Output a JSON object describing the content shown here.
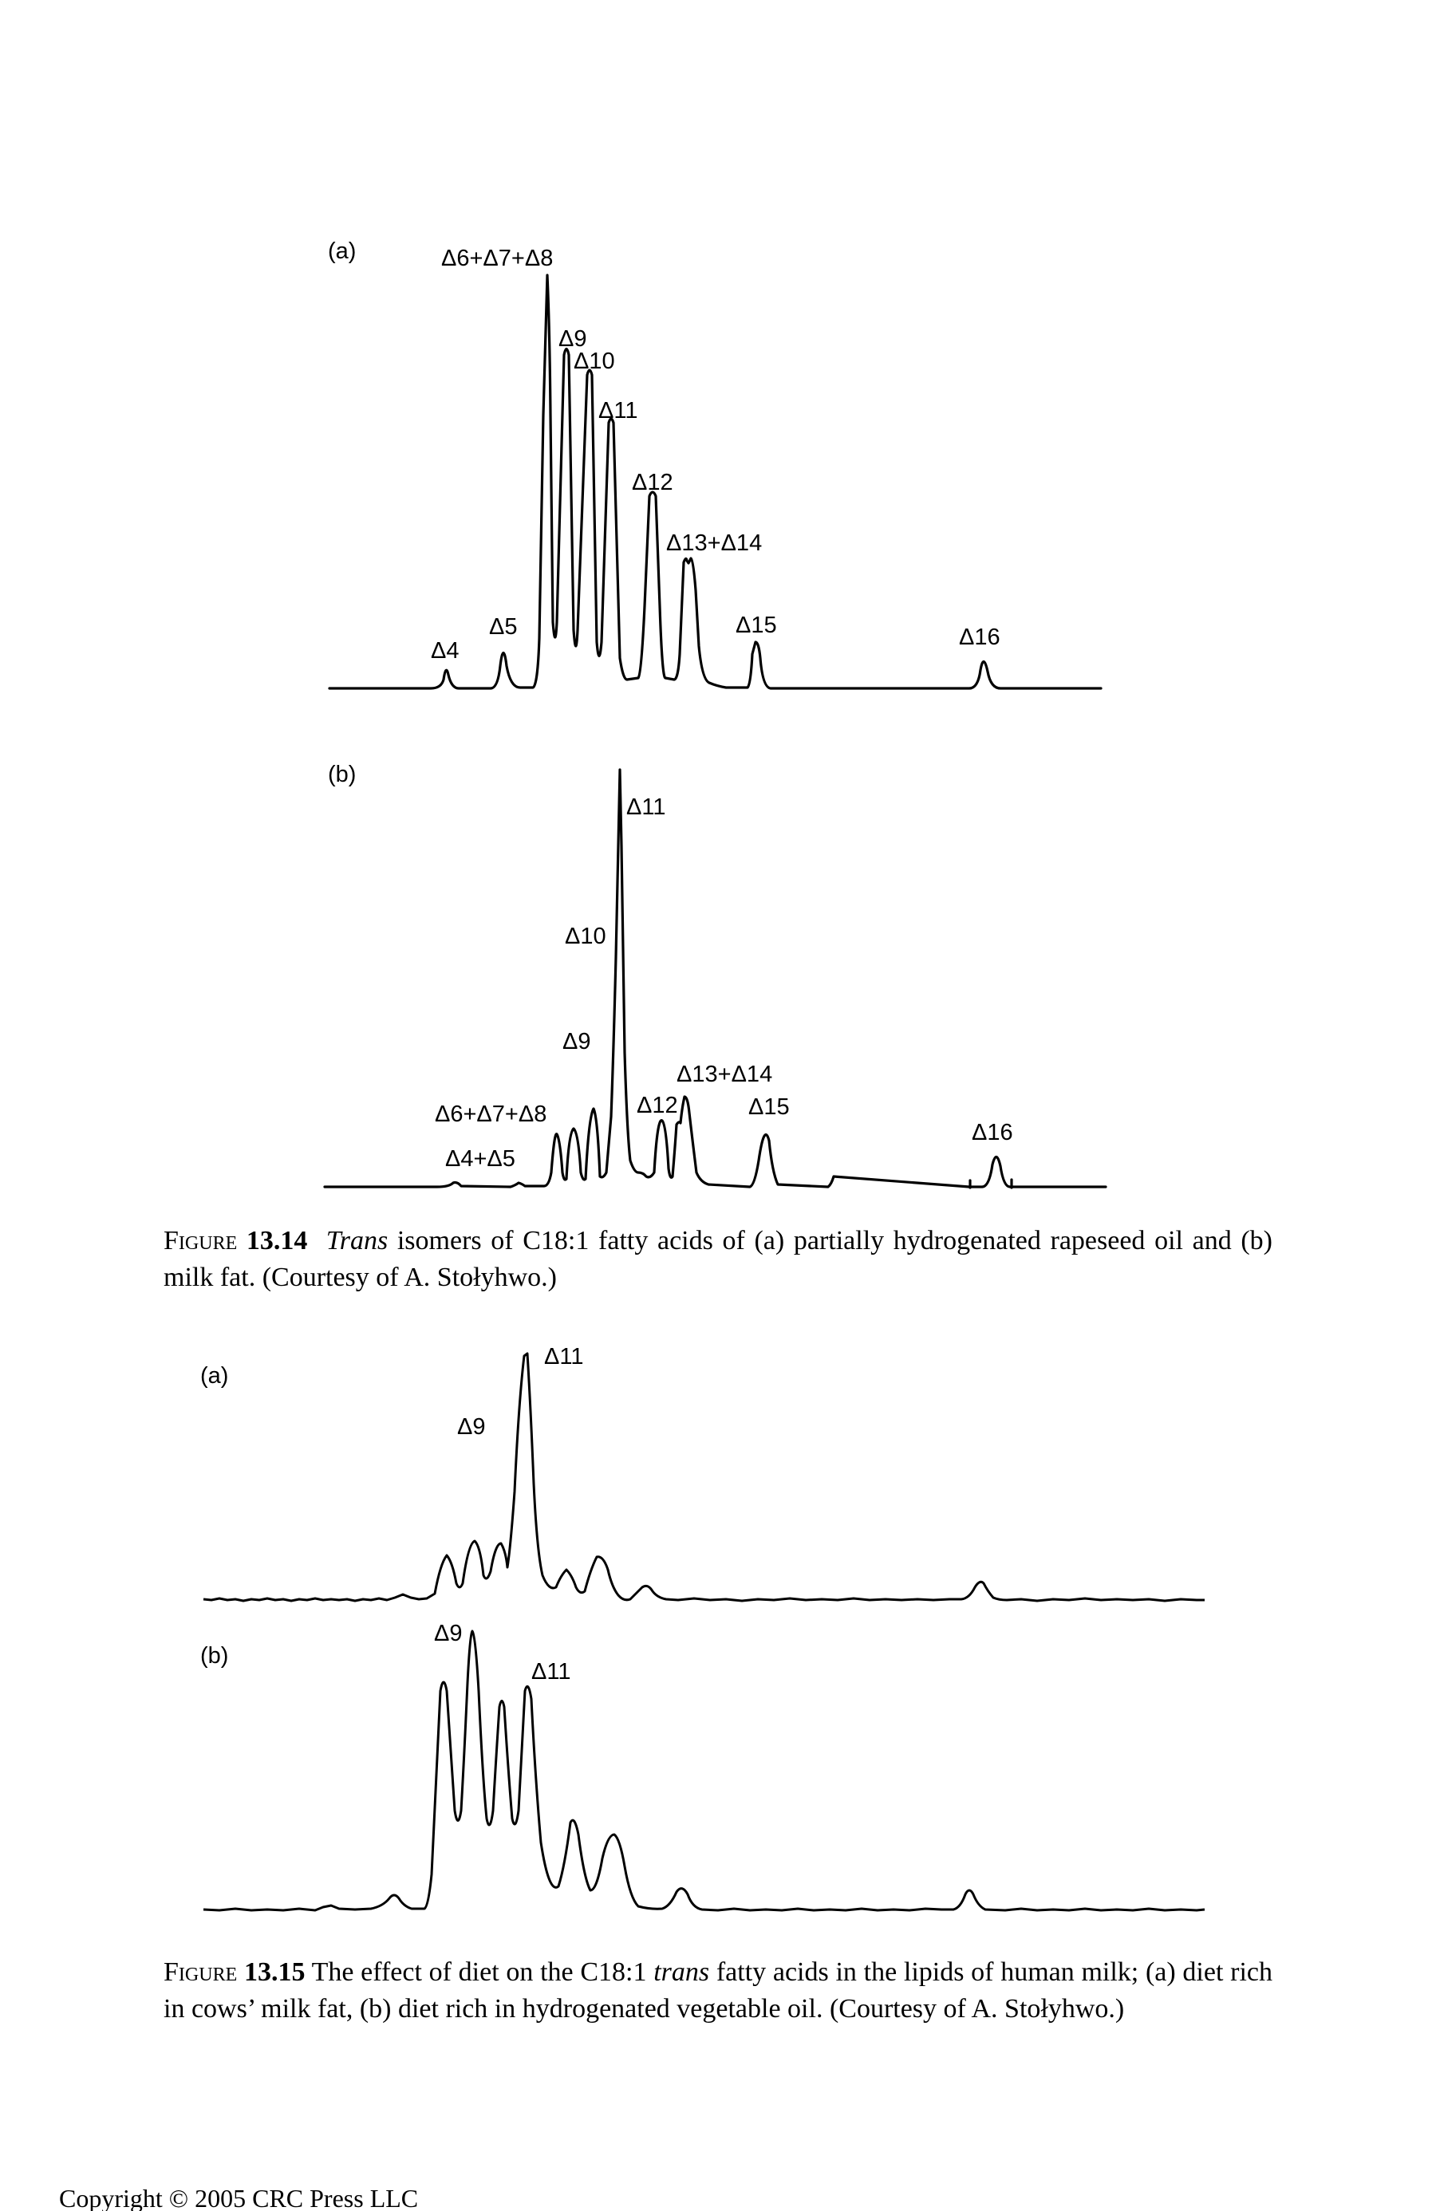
{
  "figure_13_14": {
    "panel_a": {
      "label": "(a)",
      "peaks": [
        "Δ4",
        "Δ5",
        "Δ6+Δ7+Δ8",
        "Δ9",
        "Δ10",
        "Δ11",
        "Δ12",
        "Δ13+Δ14",
        "Δ15",
        "Δ16"
      ]
    },
    "panel_b": {
      "label": "(b)",
      "peaks": [
        "Δ4+Δ5",
        "Δ6+Δ7+Δ8",
        "Δ9",
        "Δ10",
        "Δ11",
        "Δ12",
        "Δ13+Δ14",
        "Δ15",
        "Δ16"
      ]
    },
    "caption": {
      "head": "Figure",
      "number": "13.14",
      "italic": "Trans",
      "text": " isomers of C18:1 fatty acids of (a) partially hydrogenated rapeseed oil and (b) milk fat. (Courtesy of A. Stołyhwo.)"
    }
  },
  "figure_13_15": {
    "panel_a": {
      "label": "(a)",
      "peaks": [
        "Δ9",
        "Δ11"
      ]
    },
    "panel_b": {
      "label": "(b)",
      "peaks": [
        "Δ9",
        "Δ11"
      ]
    },
    "caption": {
      "head": "Figure",
      "number": "13.15",
      "text_before": " The effect of diet on the C18:1 ",
      "italic": "trans",
      "text_after": " fatty acids in the lipids of human milk; (a) diet rich in cows’ milk fat, (b) diet rich in hydrogenated vegetable oil. (Courtesy of A. Stołyhwo.)"
    }
  },
  "footer": "Copyright © 2005 CRC Press LLC"
}
